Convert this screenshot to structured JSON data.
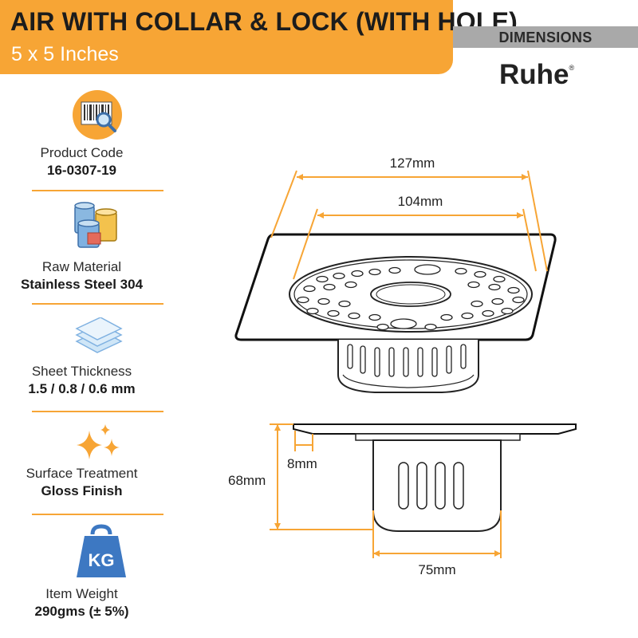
{
  "header": {
    "title": "AIR WITH COLLAR & LOCK (WITH HOLE)",
    "subtitle": "5 x 5 Inches",
    "section_label": "DIMENSIONS",
    "brand": "Ruhe",
    "brand_mark": "®",
    "accent_color": "#f7a535"
  },
  "specs": [
    {
      "label": "Product Code",
      "value": "16-0307-19",
      "icon": "barcode-search-icon"
    },
    {
      "label": "Raw Material",
      "value": "Stainless Steel 304",
      "icon": "material-cans-icon"
    },
    {
      "label": "Sheet Thickness",
      "value": "1.5 / 0.8 / 0.6 mm",
      "icon": "sheet-layers-icon"
    },
    {
      "label": "Surface Treatment",
      "value": "Gloss Finish",
      "icon": "sparkle-icon"
    },
    {
      "label": "Item Weight",
      "value": "290gms (± 5%)",
      "icon": "weight-kg-icon",
      "icon_text": "KG"
    }
  ],
  "dimensions": {
    "outer_width": "127mm",
    "grate_width": "104mm",
    "height": "68mm",
    "collar": "8mm",
    "body_width": "75mm"
  }
}
